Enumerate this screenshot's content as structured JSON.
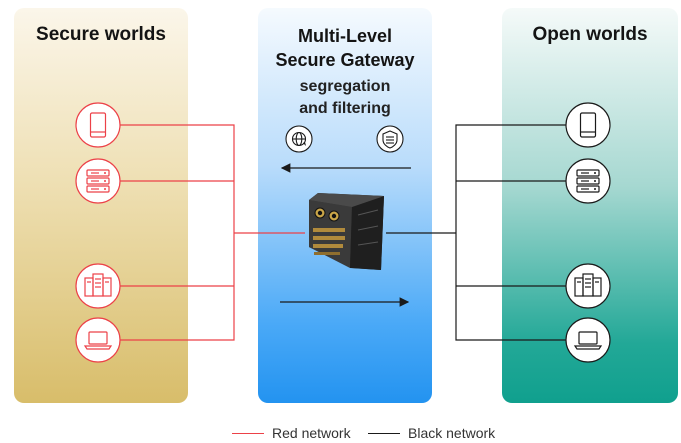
{
  "left_panel": {
    "title": "Secure worlds"
  },
  "center_panel": {
    "title_line1": "Multi-Level",
    "title_line2": "Secure Gateway",
    "subtitle_line1": "segregation",
    "subtitle_line2": "and filtering"
  },
  "right_panel": {
    "title": "Open worlds"
  },
  "legend": {
    "red": "Red network",
    "black": "Black network"
  },
  "colors": {
    "red_network": "#ec4148",
    "black_network": "#1a1a1a"
  },
  "device_icons": [
    "tablet-icon",
    "server-icon",
    "server-tower-icon",
    "laptop-icon"
  ]
}
